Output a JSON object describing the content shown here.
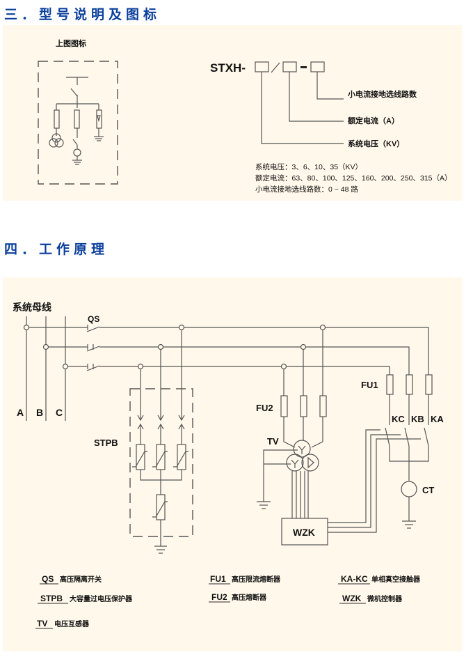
{
  "section3": {
    "title": "三．型号说明及图标",
    "icon_caption": "上图图标",
    "model_prefix": "STXH-",
    "model_sep1": "/",
    "model_sep2": "-",
    "field_labels": [
      "小电流接地选线路数",
      "额定电流（A）",
      "系统电压（KV）"
    ],
    "specs": [
      "系统电压：3、6、10、35（KV）",
      "额定电流：63、80、100、125、160、200、250、315（A）",
      "小电流接地选线路数：0 ~ 48 路"
    ]
  },
  "section4": {
    "title": "四．工作原理",
    "bus_label": "系统母线",
    "phases": [
      "A",
      "B",
      "C"
    ],
    "labels": {
      "qs": "QS",
      "stpb": "STPB",
      "fu1": "FU1",
      "fu2": "FU2",
      "tv": "TV",
      "kc": "KC",
      "kb": "KB",
      "ka": "KA",
      "ct": "CT",
      "wzk": "WZK"
    },
    "legend": [
      {
        "code": "QS",
        "desc": "高压隔离开关"
      },
      {
        "code": "STPB",
        "desc": "大容量过电压保护器"
      },
      {
        "code": "TV",
        "desc": "电压互感器"
      },
      {
        "code": "FU1",
        "desc": "高压限流熔断器"
      },
      {
        "code": "FU2",
        "desc": "高压熔断器"
      },
      {
        "code": "KA-KC",
        "desc": "单相真空接触器"
      },
      {
        "code": "WZK",
        "desc": "微机控制器"
      }
    ]
  }
}
